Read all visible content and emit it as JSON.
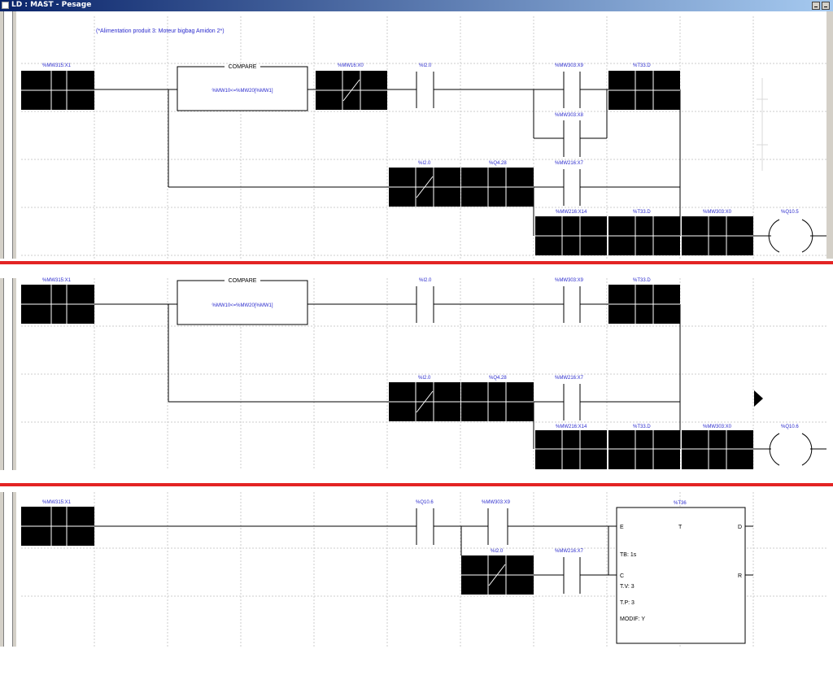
{
  "window": {
    "title": "LD : MAST - Pesage"
  },
  "colors": {
    "accent": "#2a2acd",
    "separator": "#e32424",
    "titlebar": "#0a246a"
  },
  "rung1": {
    "comment": "(*Alimentation produit 3: Moteur bigbag Amidon 2*)",
    "contact_mw315": "%MW315:X1",
    "compare_title": "COMPARE",
    "compare_expr": "%MW10<=%MW20[%MW1]",
    "contact_mw16": "%MW16:X0",
    "contact_i20": "%I2.0",
    "contact_mw303_x9": "%MW303:X9",
    "contact_t33d": "%T33.D",
    "contact_mw303_x8": "%MW303:X8",
    "contact_i20_b": "%I2.0",
    "contact_q428": "%Q4.28",
    "contact_mw216_x7": "%MW216:X7",
    "contact_mw216_x14": "%MW216:X14",
    "contact_t33d_b": "%T33.D",
    "contact_mw303_x0": "%MW303:X0",
    "coil": "%Q10.5"
  },
  "rung2": {
    "contact_mw315": "%MW315:X1",
    "compare_title": "COMPARE",
    "compare_expr": "%MW10<=%MW20[%MW1]",
    "contact_i20": "%I2.0",
    "contact_mw303_x9": "%MW303:X9",
    "contact_t33d": "%T33.D",
    "contact_i20_b": "%I2.0",
    "contact_q428": "%Q4.28",
    "contact_mw216_x7": "%MW216:X7",
    "contact_mw216_x14": "%MW216:X14",
    "contact_t33d_b": "%T33.D",
    "contact_mw303_x0": "%MW303:X0",
    "coil": "%Q10.6"
  },
  "rung3": {
    "contact_mw315": "%MW315:X1",
    "contact_q106": "%Q10.6",
    "contact_mw303_x9": "%MW303:X9",
    "contact_i20": "%I2.0",
    "contact_mw216_x7": "%MW216:X7",
    "timer": {
      "name": "%T36",
      "pin_e": "E",
      "pin_t": "T",
      "pin_d": "D",
      "pin_c": "C",
      "pin_r": "R",
      "tb": "TB: 1s",
      "tv": "T.V: 3",
      "tp": "T.P: 3",
      "modif": "MODIF: Y"
    }
  }
}
